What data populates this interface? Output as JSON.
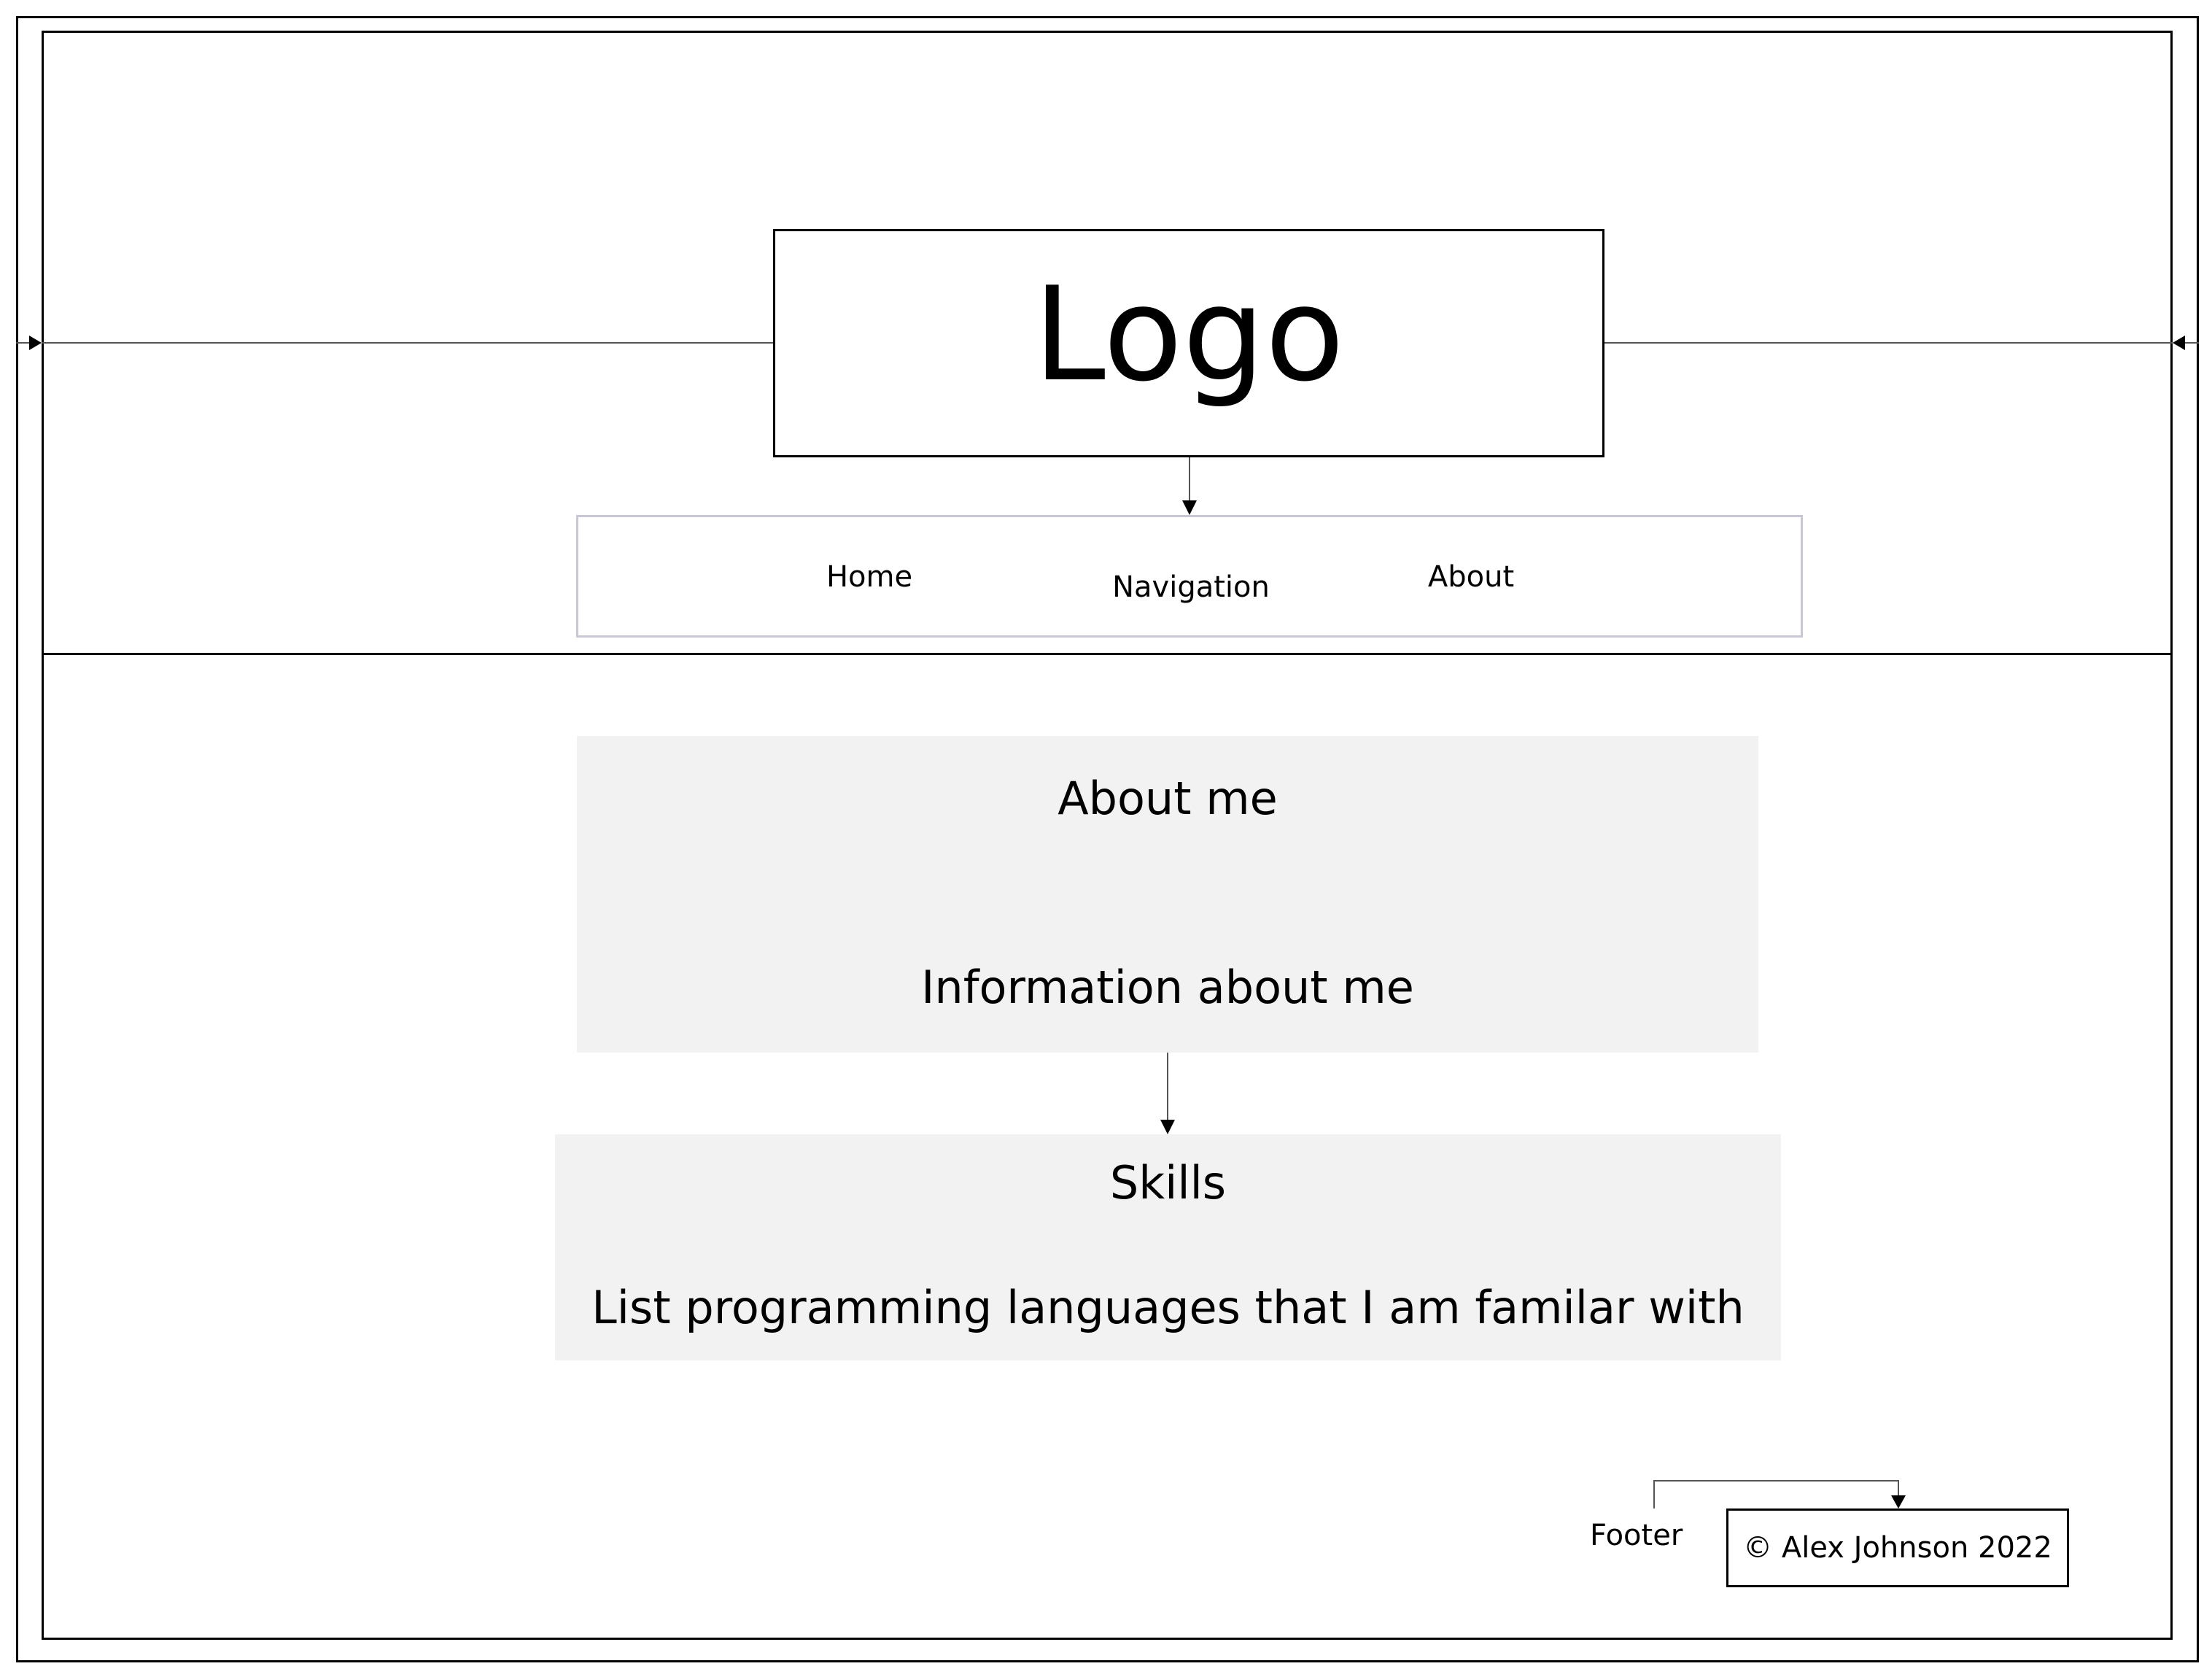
{
  "header": {
    "logo": "Logo",
    "navigation": {
      "items": [
        "Home",
        "About"
      ],
      "label": "Navigation"
    }
  },
  "main": {
    "about": {
      "title": "About me",
      "body": "Information about me"
    },
    "skills": {
      "title": "Skills",
      "body": "List programming languages that I am familar with"
    }
  },
  "footer": {
    "label": "Footer",
    "copyright": "© Alex Johnson 2022"
  },
  "colors": {
    "line": "#000000",
    "nav_border": "#c8c8d4",
    "panel_fill": "#f2f2f2",
    "connector": "#555555"
  }
}
